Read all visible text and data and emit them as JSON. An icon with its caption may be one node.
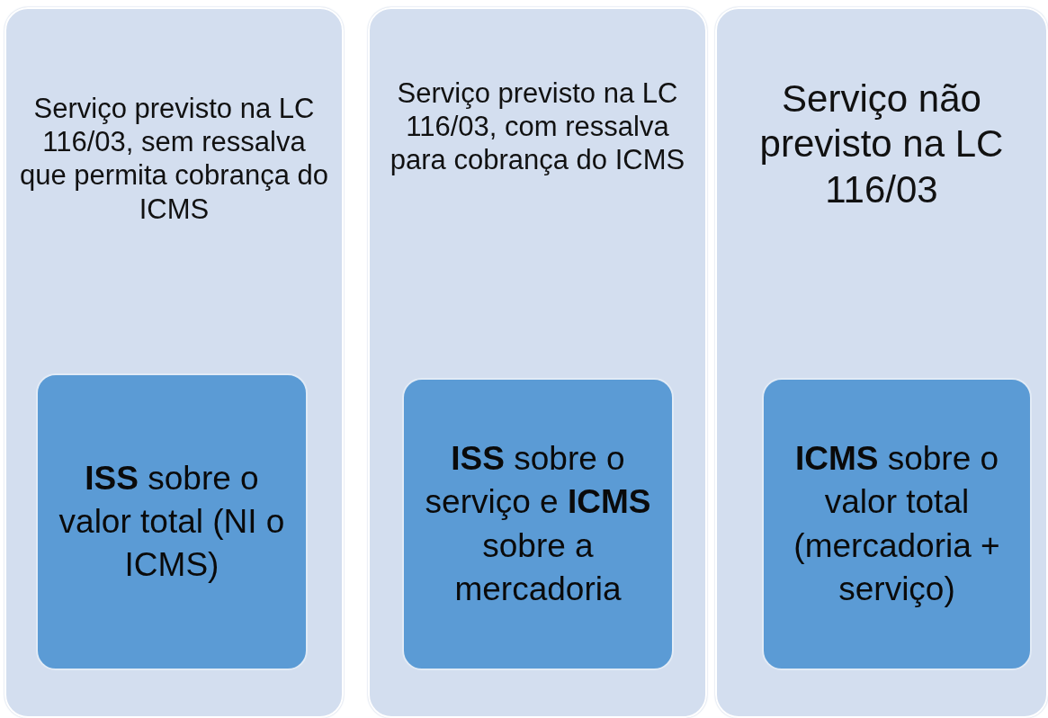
{
  "diagram": {
    "nodes": [
      {
        "text": [
          "Serviço previsto na LC 116/03, sem ressalva que permita cobrança do ICMS"
        ]
      },
      {
        "text": [
          "**ISS** sobre o valor total (NI o ICMS)"
        ],
        "in": 0
      },
      {
        "text": [
          "Serviço previsto na LC 116/03, com ressalva para cobrança do ICMS"
        ]
      },
      {
        "text": [
          "**ISS** sobre o serviço e **ICMS** sobre a mercadoria"
        ],
        "in": 2
      },
      {
        "text": [
          "Serviço não previsto na LC 116/03"
        ]
      },
      {
        "text": [
          "**ICMS** sobre o valor total (mercadoria + serviço)"
        ],
        "in": 4
      }
    ]
  }
}
